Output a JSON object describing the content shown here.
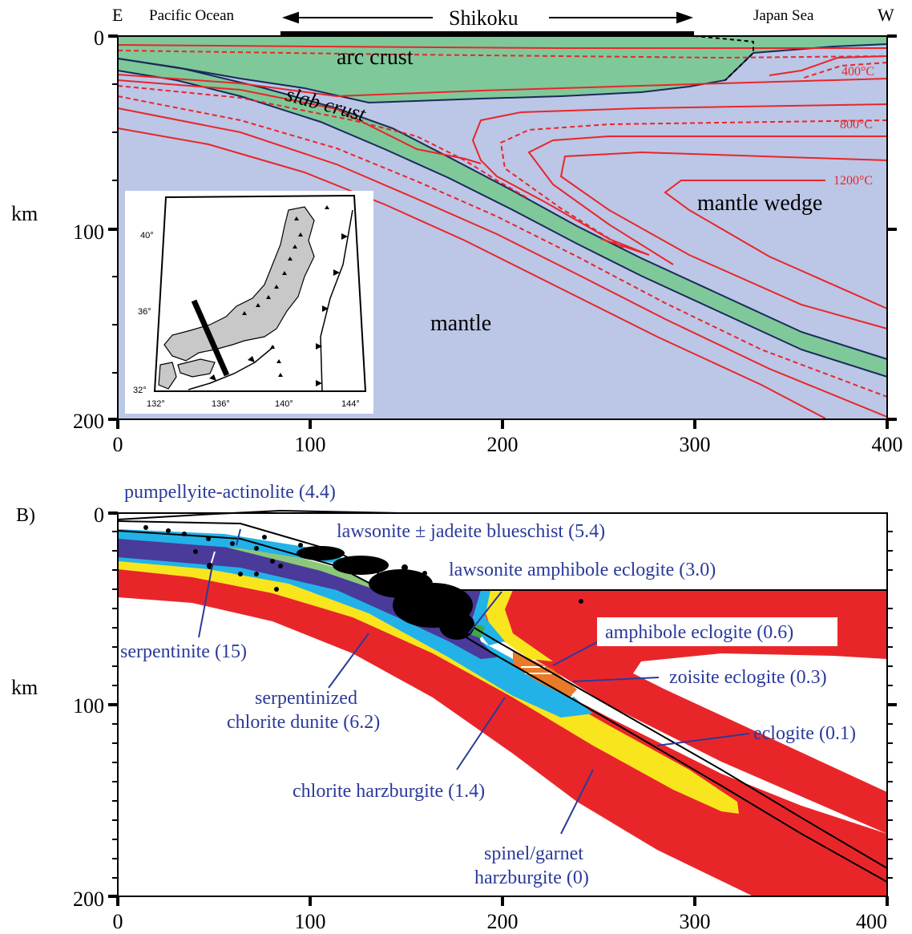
{
  "panel_a": {
    "east_label": "E",
    "west_label": "W",
    "pacific_label": "Pacific Ocean",
    "shikoku_label": "Shikoku",
    "japan_sea_label": "Japan Sea",
    "km_label": "km",
    "y_ticks": [
      "0",
      "100",
      "200"
    ],
    "x_ticks": [
      "0",
      "100",
      "200",
      "300",
      "400"
    ],
    "labels": {
      "arc_crust": "arc crust",
      "slab_crust": "slab crust",
      "mantle_wedge": "mantle wedge",
      "mantle": "mantle"
    },
    "isotherms": [
      "400°C",
      "800°C",
      "1200°C"
    ],
    "colors": {
      "mantle": "#bcc6e6",
      "crust": "#7fc89a",
      "isotherm": "#e8262a",
      "ocean": "#1aa6e8",
      "boundary": "#1a2a5a"
    },
    "inset": {
      "lat_labels": [
        "40°",
        "36°",
        "32°"
      ],
      "lon_labels": [
        "132°",
        "136°",
        "140°",
        "144°"
      ]
    }
  },
  "panel_b": {
    "panel_label": "B)",
    "km_label": "km",
    "y_ticks": [
      "0",
      "100",
      "200"
    ],
    "x_ticks": [
      "0",
      "100",
      "200",
      "300",
      "400"
    ],
    "facies": [
      {
        "name": "pumpellyite-actinolite (4.4)",
        "color": "#b7d77a"
      },
      {
        "name": "lawsonite ± jadeite blueschist (5.4)",
        "color": "#ffffff"
      },
      {
        "name": "lawsonite amphibole eclogite (3.0)",
        "color": "#4a3a9a"
      },
      {
        "name": "amphibole eclogite (0.6)",
        "color": "#e87a2a"
      },
      {
        "name": "zoisite eclogite (0.3)",
        "color": "#e86a3a"
      },
      {
        "name": "eclogite (0.1)",
        "color": "#e8262a"
      },
      {
        "name": "serpentinite (15)",
        "color": "#4a3a9a"
      },
      {
        "name": "serpentinized chlorite dunite (6.2)",
        "color": "#22b2e8"
      },
      {
        "name": "chlorite harzburgite (1.4)",
        "color": "#f9e51e"
      },
      {
        "name": "spinel/garnet harzburgite (0)",
        "color": "#e8262a"
      }
    ],
    "label_lines": {
      "serpentinized_1": "serpentinized",
      "serpentinized_2": "chlorite dunite (6.2)",
      "spinel_1": "spinel/garnet",
      "spinel_2": "harzburgite (0)"
    },
    "colors": {
      "label_text": "#2a3a9a",
      "earthquakes": "#000000"
    }
  }
}
